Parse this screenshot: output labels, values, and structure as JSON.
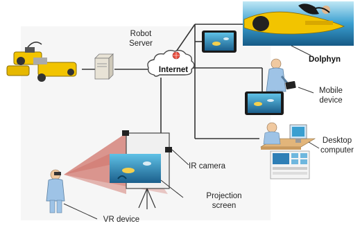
{
  "labels": {
    "robot_server_line1": "Robot",
    "robot_server_line2": "Server",
    "internet": "Internet",
    "dolphyn": "Dolphyn",
    "mobile_device_line1": "Mobile",
    "mobile_device_line2": "device",
    "desktop_computer_line1": "Desktop",
    "desktop_computer_line2": "computer",
    "ir_camera": "IR camera",
    "projection_screen_line1": "Projection",
    "projection_screen_line2": "screen",
    "vr_device": "VR device"
  },
  "colors": {
    "accent_yellow": "#f2c400",
    "cloud_fill": "#ffffff",
    "line": "#333333",
    "projection_beam": "#c0392b",
    "ocean": "#1f7fae",
    "person": "#9ec3e6"
  }
}
